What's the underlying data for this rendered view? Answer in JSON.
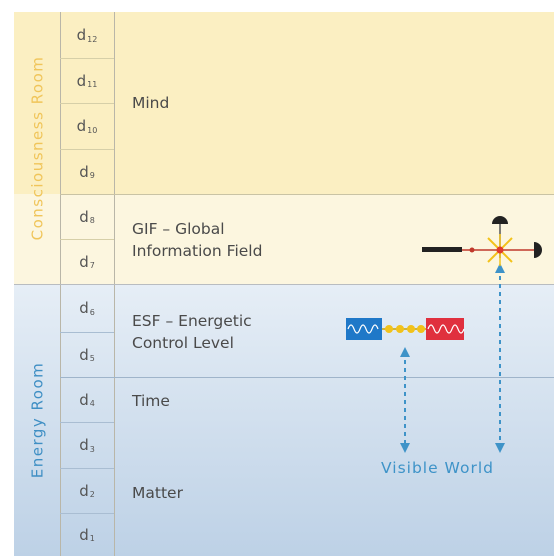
{
  "rooms": {
    "consciousness": "Consciousness Room",
    "energy": "Energy Room"
  },
  "dimensions": [
    {
      "base": "d",
      "sub": "12"
    },
    {
      "base": "d",
      "sub": "11"
    },
    {
      "base": "d",
      "sub": "10"
    },
    {
      "base": "d",
      "sub": "9"
    },
    {
      "base": "d",
      "sub": "8"
    },
    {
      "base": "d",
      "sub": "7"
    },
    {
      "base": "d",
      "sub": "6"
    },
    {
      "base": "d",
      "sub": "5"
    },
    {
      "base": "d",
      "sub": "4"
    },
    {
      "base": "d",
      "sub": "3"
    },
    {
      "base": "d",
      "sub": "2"
    },
    {
      "base": "d",
      "sub": "1"
    }
  ],
  "levels": {
    "mind": "Mind",
    "gif_line1": "GIF – Global",
    "gif_line2": "Information Field",
    "esf_line1": "ESF – Energetic",
    "esf_line2": "Control Level",
    "time": "Time",
    "matter": "Matter"
  },
  "visible_world": "Visible World",
  "colors": {
    "mind_bg": "#fbefc2",
    "gif_bg": "#fcf6df",
    "energy_bg_top": "#e6eef6",
    "energy_bg_bottom": "#bdd1e6",
    "consciousness_text": "#f0c55a",
    "energy_text": "#3f8fc4",
    "arrow_blue": "#3e93c8",
    "wave_blue": "#1f78c8",
    "wave_red": "#e0303e",
    "dots_yellow": "#f2c21a"
  }
}
